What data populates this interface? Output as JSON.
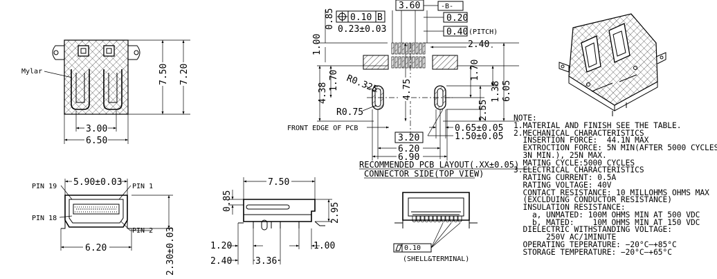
{
  "front_view": {
    "mylar": "Mylar",
    "width_inner": "3.00",
    "width_outer": "6.50",
    "height_inner": "7.50",
    "height_outer": "7.20"
  },
  "pin_view": {
    "pin19": "PIN 19",
    "pin1": "PIN 1",
    "pin18": "PIN 18",
    "pin2": "PIN 2",
    "top_width": "5.90±0.03",
    "bottom_width": "6.20",
    "height": "2.30±0.03"
  },
  "side_view": {
    "length": "7.50",
    "top_offset": "0.85",
    "height": "2.95",
    "left_a": "1.20",
    "left_b": "2.40",
    "mid": "3.36",
    "right": "1.00"
  },
  "pcb_layout": {
    "dim_360": "3.60",
    "datum_b": "-B-",
    "position_tol": "0.10",
    "datum_ref": "B",
    "dim_023": "0.23±0.03",
    "dim_020": "0.20",
    "dim_040": "0.40",
    "pitch": "(PITCH)",
    "dim_240": "2.40",
    "dim_100": "1.00",
    "dim_085": "0.85",
    "r0325": "R0.325",
    "r075": "R0.75",
    "dim_438": "4.38",
    "dim_170a": "1.70",
    "dim_475": "4.75",
    "dim_170b": "1.70",
    "dim_255": "2.55",
    "dim_138": "1.38",
    "dim_605": "6.05",
    "front_edge": "FRONT EDGE OF PCB",
    "dim_065": "0.65±0.05",
    "dim_150": "1.50±0.05",
    "dim_320": "3.20",
    "dim_620": "6.20",
    "dim_690": "6.90",
    "caption1": "RECOMMENDED PCB LAYOUT(.XX±0.05)",
    "caption2": "CONNECTOR SIDE(TOP VIEW)"
  },
  "coplanarity": {
    "tol": "0.10",
    "label": "(SHELL&TERMINAL)"
  },
  "notes": [
    "NOTE:",
    "1.MATERIAL AND FINISH SEE THE TABLE.",
    "2.MECHANICAL CHARACTERISTICS",
    "  INSERTION FORCE:  44.1N MAX",
    "  EXTROCTION FORCE: 5N MIN(AFTER 5000 CYCLES",
    "  3N MIN.), 25N MAX.",
    "  MATING CYCLE:5000 CYCLES",
    "3.ELECTRICAL CHARACTERISTICS",
    "  RATING CURRENT: 0.5A",
    "  RATING VOLTAGE: 40V",
    "  CONTACT RESISTANCE: 10 MILLOHMS OHMS MAX",
    "  (EXCLDUING CONDUCTOR RESISTANCE)",
    "  INSULATION RESISTANCE:",
    "    a, UNMATED: 100M OHMS MIN AT 500 VDC",
    "    b, MATED:    10M OHMS MIN AT 150 VDC",
    "  DIELECTRIC WITHSTANDING VOLTAGE:",
    "       250V AC/1MINUTE",
    "  OPERATING TEPERATURE: −20°C—+85°C",
    "  STORAGE TEMPERATURE: −20°C—+65°C"
  ]
}
